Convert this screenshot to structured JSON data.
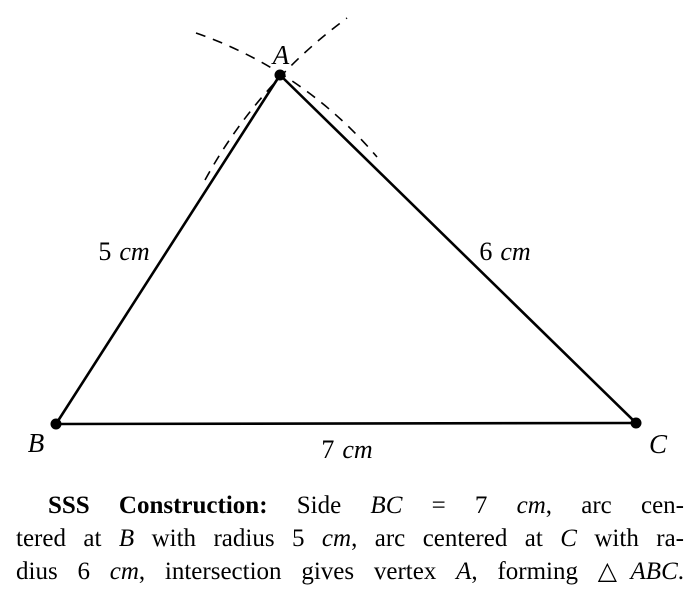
{
  "figure": {
    "colors": {
      "ink": "#000000",
      "background": "#ffffff"
    },
    "vertices": [
      {
        "id": "A",
        "label": "A"
      },
      {
        "id": "B",
        "label": "B"
      },
      {
        "id": "C",
        "label": "C"
      }
    ],
    "sides": [
      {
        "id": "AB",
        "value": "5",
        "unit": "cm"
      },
      {
        "id": "AC",
        "value": "6",
        "unit": "cm"
      },
      {
        "id": "BC",
        "value": "7",
        "unit": "cm"
      }
    ]
  },
  "caption": {
    "lines": [
      {
        "segments": [
          {
            "t": "SSS Construction:",
            "s": "b"
          },
          {
            "t": " Side ",
            "s": ""
          },
          {
            "t": "BC",
            "s": "i"
          },
          {
            "t": " = 7 ",
            "s": ""
          },
          {
            "t": "cm",
            "s": "i"
          },
          {
            "t": ", arc cen-",
            "s": ""
          }
        ]
      },
      {
        "segments": [
          {
            "t": "tered at ",
            "s": ""
          },
          {
            "t": "B",
            "s": "i"
          },
          {
            "t": " with radius 5 ",
            "s": ""
          },
          {
            "t": "cm",
            "s": "i"
          },
          {
            "t": ", arc centered at ",
            "s": ""
          },
          {
            "t": "C",
            "s": "i"
          },
          {
            "t": " with ra-",
            "s": ""
          }
        ]
      },
      {
        "segments": [
          {
            "t": "dius 6 ",
            "s": ""
          },
          {
            "t": "cm",
            "s": "i"
          },
          {
            "t": ", intersection gives vertex ",
            "s": ""
          },
          {
            "t": "A",
            "s": "i"
          },
          {
            "t": ", forming ",
            "s": ""
          },
          {
            "t": "△",
            "s": ""
          },
          {
            "t": "ABC",
            "s": "i"
          },
          {
            "t": ".",
            "s": ""
          }
        ]
      }
    ]
  }
}
